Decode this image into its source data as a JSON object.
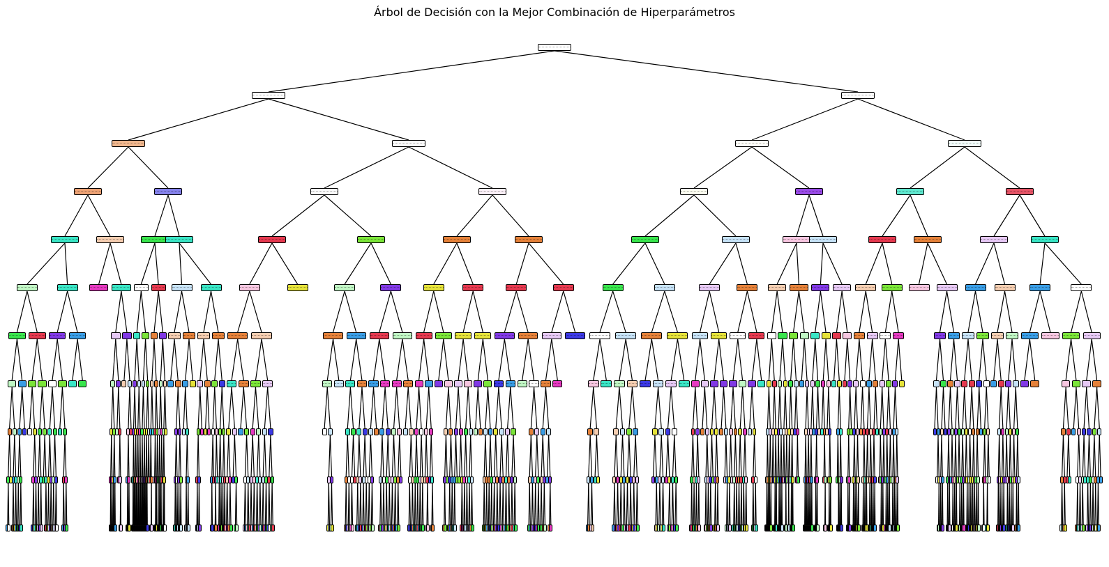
{
  "figure": {
    "title": "Árbol de Decisión con la Mejor Combinación de Hiperparámetros"
  },
  "chart_data": {
    "type": "decision-tree",
    "max_depth": 10,
    "levels": 11,
    "node_labels_legible": false,
    "palette": [
      "#e58139",
      "#e5394f",
      "#8139e5",
      "#3c39e5",
      "#399de5",
      "#39e5c5",
      "#39e54d",
      "#7be539",
      "#e5e239",
      "#e539c0",
      "#ffffff",
      "#f5cdb0",
      "#c6e2f7",
      "#f7c6e0",
      "#c0f7c4",
      "#e6c8f5"
    ],
    "upper_nodes": [
      {
        "id": "0",
        "fill": "#ffffff"
      },
      {
        "id": "L",
        "fill": "#fefefe"
      },
      {
        "id": "R",
        "fill": "#fdfdfd"
      },
      {
        "id": "LL",
        "fill": "#f0b78e"
      },
      {
        "id": "LR",
        "fill": "#fbfbfb"
      },
      {
        "id": "RL",
        "fill": "#fdfdf8"
      },
      {
        "id": "RR",
        "fill": "#f2fdfb"
      },
      {
        "id": "LLL",
        "fill": "#eda274"
      },
      {
        "id": "LLR",
        "fill": "#8582ec"
      },
      {
        "id": "LRL",
        "fill": "#fafafa"
      },
      {
        "id": "LRR",
        "fill": "#fbf0f7"
      },
      {
        "id": "RLL",
        "fill": "#fcfdf0"
      },
      {
        "id": "RLR",
        "fill": "#9a4be8"
      },
      {
        "id": "RRL",
        "fill": "#5ee8cf"
      },
      {
        "id": "RRR",
        "fill": "#e65467"
      }
    ]
  }
}
